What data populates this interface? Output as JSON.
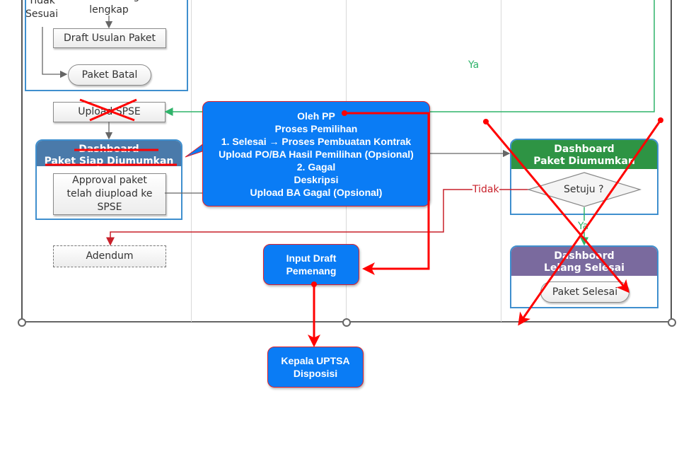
{
  "diagram": {
    "left_lane": {
      "label_tidak_sesuai": "Tidak\nSesuai",
      "label_data_kurang": "Data kurang\nlengkap",
      "draft_usulan": "Draft Usulan Paket",
      "paket_batal": "Paket Batal",
      "upload_spse": "Upload SPSE",
      "dashboard_siap": {
        "line1": "Dashboard",
        "line2": "Paket Siap Diumumkan",
        "header_color": "#4a7aaa"
      },
      "approval": "Approval paket\ntelah diupload ke\nSPSE",
      "adendum": "Adendum"
    },
    "callout": {
      "lines": [
        "Oleh PP",
        "Proses Pemilihan",
        "1. Selesai → Proses Pembuatan Kontrak",
        "Upload PO/BA Hasil Pemilihan (Opsional)",
        "2. Gagal",
        "Deskripsi",
        "Upload BA Gagal (Opsional)"
      ],
      "color": "#0a7cf5"
    },
    "input_draft": "Input Draft\nPemenang",
    "kepala_uptsa": "Kepala UPTSA\nDisposisi",
    "right_lane": {
      "dashboard_diumumkan": {
        "line1": "Dashboard",
        "line2": "Paket Diumumkan",
        "header_color": "#2e9444"
      },
      "decision": "Setuju ?",
      "label_ya_top": "Ya",
      "label_tidak": "Tidak",
      "label_ya_bottom": "Ya",
      "dashboard_selesai": {
        "line1": "Dashboard",
        "line2": "Lelang Selesai",
        "header_color": "#7a6a9e"
      },
      "paket_selesai": "Paket Selesai"
    },
    "colors": {
      "annotation_red": "#ff0000",
      "yes_green": "#2fb36a",
      "no_red": "#c8202a"
    }
  }
}
